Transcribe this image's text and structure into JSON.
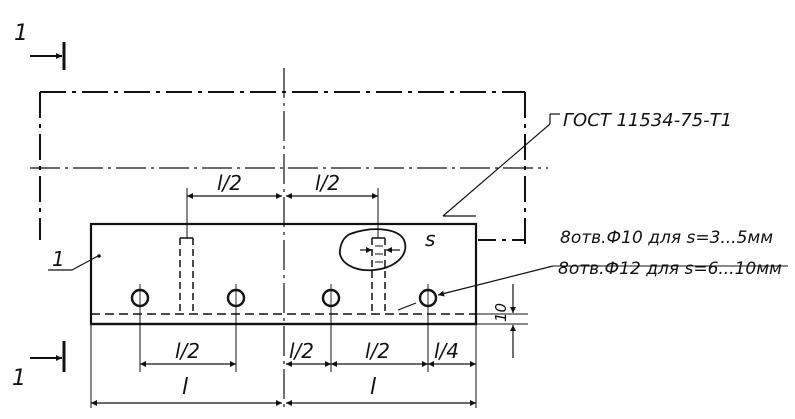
{
  "section_marks": {
    "top": "1",
    "bottom": "1"
  },
  "labels": {
    "half_l_1": "l/2",
    "half_l_2": "l/2",
    "standard_ref": "ГОСТ 11534-75-Т1",
    "weld_s": "s",
    "part_number": "1",
    "hole_note_1": "8отв.Ф10 для s=3...5мм",
    "hole_note_2": "8отв.Ф12 для s=6...10мм",
    "dim_10": "10",
    "bottom_half_l_1": "l/2",
    "bottom_half_l_2": "l/2",
    "bottom_half_l_3": "l/2",
    "bottom_quarter_l": "l/4",
    "bottom_l_1": "l",
    "bottom_l_2": "l"
  }
}
